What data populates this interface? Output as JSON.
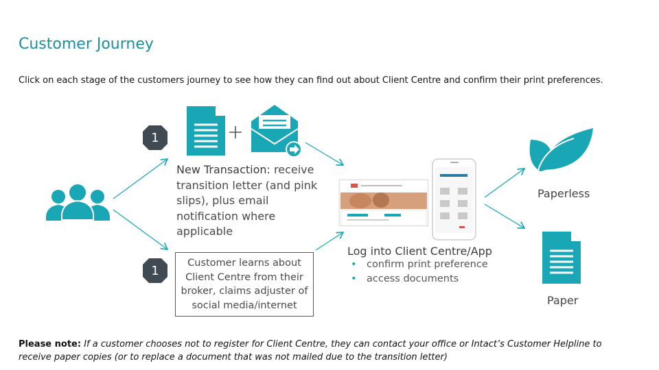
{
  "header": {
    "title": "Customer Journey",
    "instruction": "Click on each stage of the customers journey to see how they can find out about Client Centre and confirm their print preferences."
  },
  "stages": {
    "top": {
      "badge": "1",
      "title_bold": "New Transaction:",
      "text_rest": " receive transition letter (and pink slips), plus email notification where applicable"
    },
    "bottom": {
      "badge": "1",
      "text": "Customer learns about Client Centre from their broker, claims adjuster of social media/internet"
    }
  },
  "login": {
    "title": "Log into Client Centre/App",
    "items": [
      "confirm print preference",
      "access documents"
    ]
  },
  "outcomes": {
    "paperless": "Paperless",
    "paper": "Paper"
  },
  "note": {
    "label": "Please note:",
    "text": " If a customer chooses not to register for Client Centre, they can contact your office or Intact’s Customer Helpline to receive paper copies (or to replace a document that was not mailed due to the transition letter)"
  },
  "colors": {
    "accent": "#1aa7b5",
    "title": "#1a8fa0",
    "badge": "#3f4a52"
  },
  "icons": [
    "people-icon",
    "document-icon",
    "email-icon",
    "leaf-icon",
    "paper-icon",
    "laptop-screen-icon",
    "phone-icon"
  ]
}
